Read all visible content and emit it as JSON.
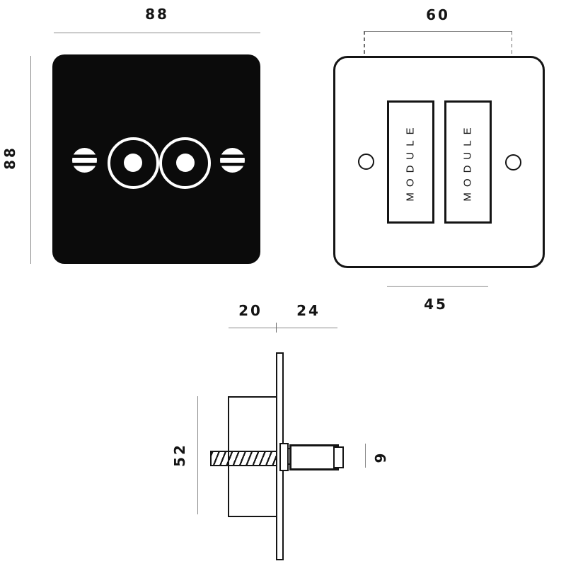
{
  "dimensions": {
    "front_width": "88",
    "front_height": "88",
    "hole_spacing": "60",
    "module_width": "45",
    "depth_back": "20",
    "depth_front": "24",
    "box_height": "52",
    "lever_diameter": "9"
  },
  "labels": {
    "module": "MODULE"
  },
  "colors": {
    "plate_black": "#0b0b0b",
    "ink": "#141414",
    "dimension_line_gray": "#8a8a8a"
  }
}
